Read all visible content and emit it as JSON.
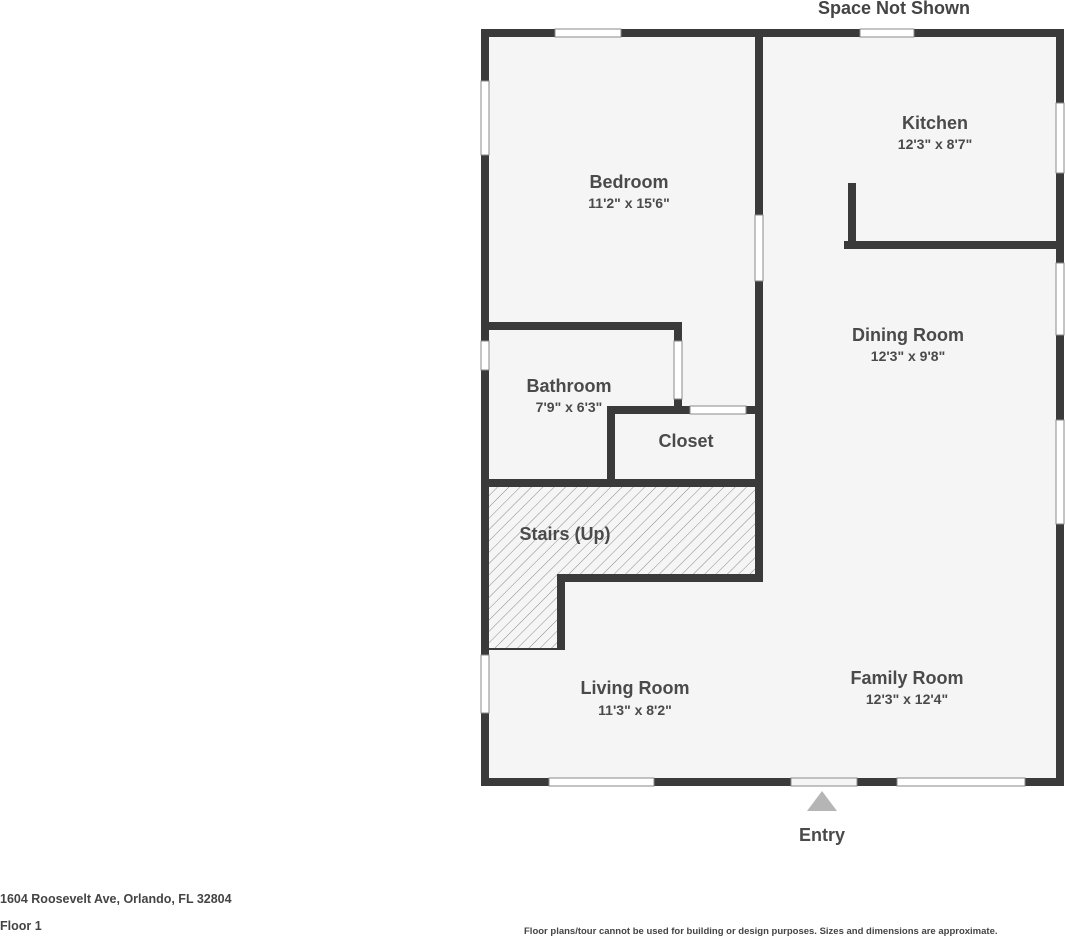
{
  "header": {
    "space_not_shown": "Space Not Shown"
  },
  "rooms": {
    "bedroom": {
      "name": "Bedroom",
      "dims": "11'2\" x 15'6\""
    },
    "kitchen": {
      "name": "Kitchen",
      "dims": "12'3\" x 8'7\""
    },
    "dining_room": {
      "name": "Dining Room",
      "dims": "12'3\" x 9'8\""
    },
    "bathroom": {
      "name": "Bathroom",
      "dims": "7'9\" x 6'3\""
    },
    "closet": {
      "name": "Closet"
    },
    "stairs": {
      "name": "Stairs (Up)"
    },
    "living_room": {
      "name": "Living Room",
      "dims": "11'3\" x 8'2\""
    },
    "family_room": {
      "name": "Family Room",
      "dims": "12'3\" x 12'4\""
    }
  },
  "entry": {
    "label": "Entry"
  },
  "footer": {
    "address": "1604 Roosevelt Ave, Orlando, FL 32804",
    "floor": "Floor 1",
    "disclaimer": "Floor plans/tour cannot be used for building or design purposes. Sizes and dimensions are approximate."
  },
  "colors": {
    "wall": "#3a3a3a",
    "floor": "#f5f5f5",
    "window": "#ffffff",
    "entry_arrow": "#b5b5b5",
    "stairs_hatch": "#8a8a8a"
  }
}
